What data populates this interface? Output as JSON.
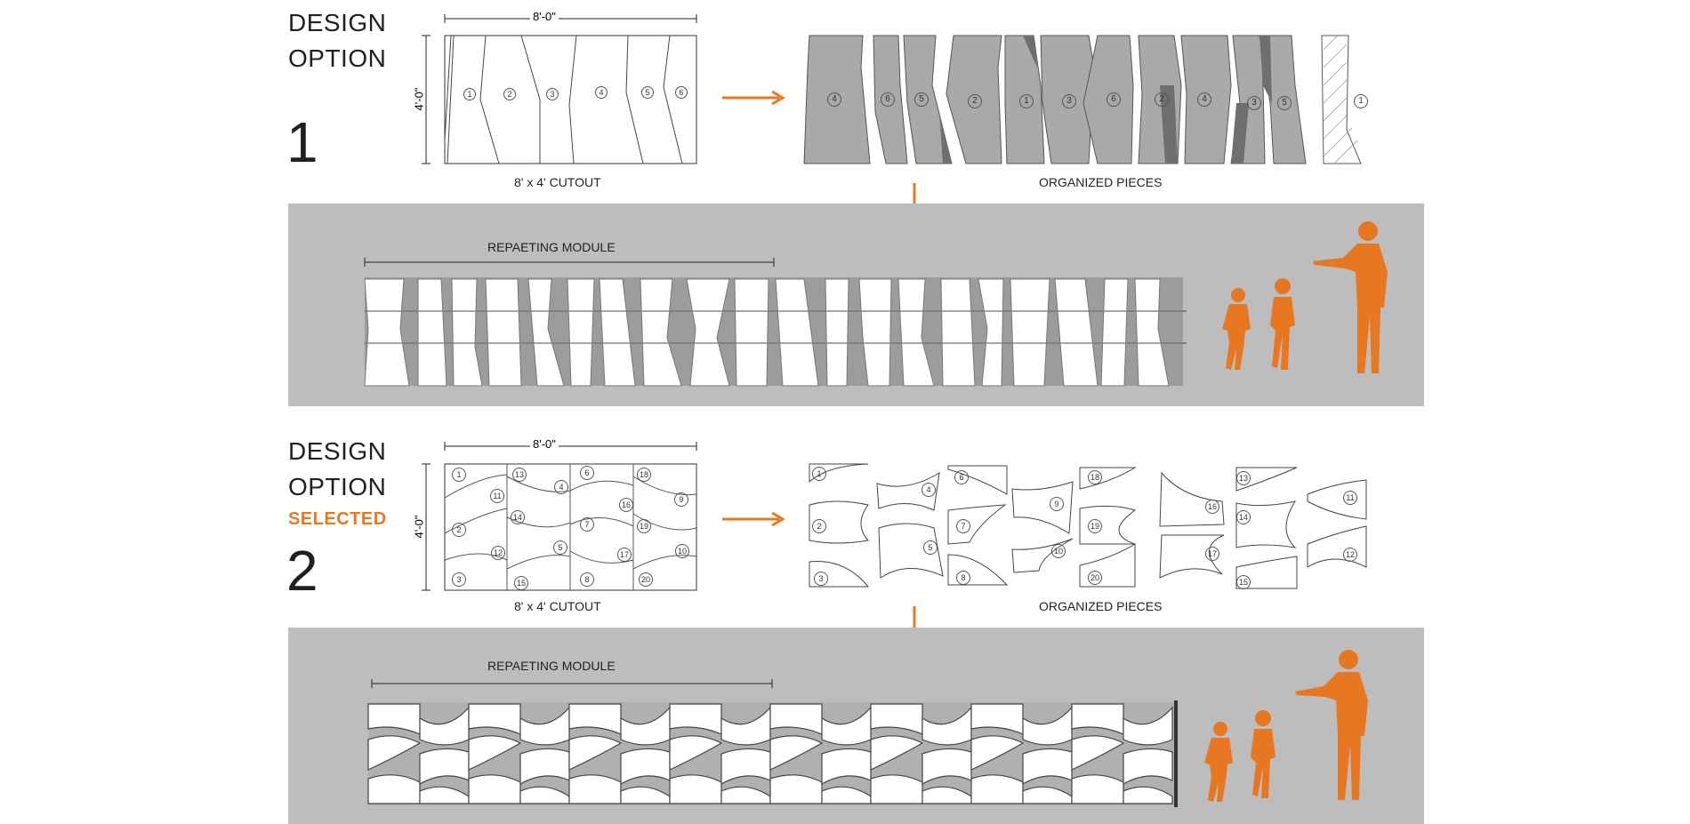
{
  "option1": {
    "heading_line1": "DESIGN",
    "heading_line2": "OPTION",
    "number": "1",
    "dim_width": "8'-0\"",
    "dim_height": "4'-0\"",
    "cutout_caption": "8' x 4'  CUTOUT",
    "cutout_numbers": [
      "1",
      "2",
      "3",
      "4",
      "5",
      "6"
    ],
    "organized_caption": "ORGANIZED PIECES",
    "organized_numbers": [
      "4",
      "6",
      "5",
      "2",
      "1",
      "3",
      "6",
      "2",
      "4",
      "3",
      "5",
      "1"
    ],
    "module_caption": "REPAETING MODULE"
  },
  "option2": {
    "heading_line1": "DESIGN",
    "heading_line2": "OPTION",
    "selected_label": "SELECTED",
    "number": "2",
    "dim_width": "8'-0\"",
    "dim_height": "4'-0\"",
    "cutout_caption": "8' x 4'  CUTOUT",
    "cutout_numbers": [
      "1",
      "13",
      "4",
      "6",
      "18",
      "11",
      "16",
      "9",
      "14",
      "2",
      "7",
      "19",
      "5",
      "12",
      "17",
      "10",
      "3",
      "15",
      "8",
      "20"
    ],
    "organized_caption": "ORGANIZED PIECES",
    "organized_numbers": [
      "1",
      "2",
      "3",
      "4",
      "5",
      "6",
      "7",
      "8",
      "9",
      "10",
      "18",
      "19",
      "20",
      "16",
      "17",
      "13",
      "14",
      "15",
      "11",
      "12"
    ],
    "module_caption": "REPAETING MODULE"
  },
  "colors": {
    "accent": "#e87722",
    "band": "#bdbdbd",
    "piece_gray": "#a8a8a8",
    "piece_dark": "#6f6f6f"
  }
}
